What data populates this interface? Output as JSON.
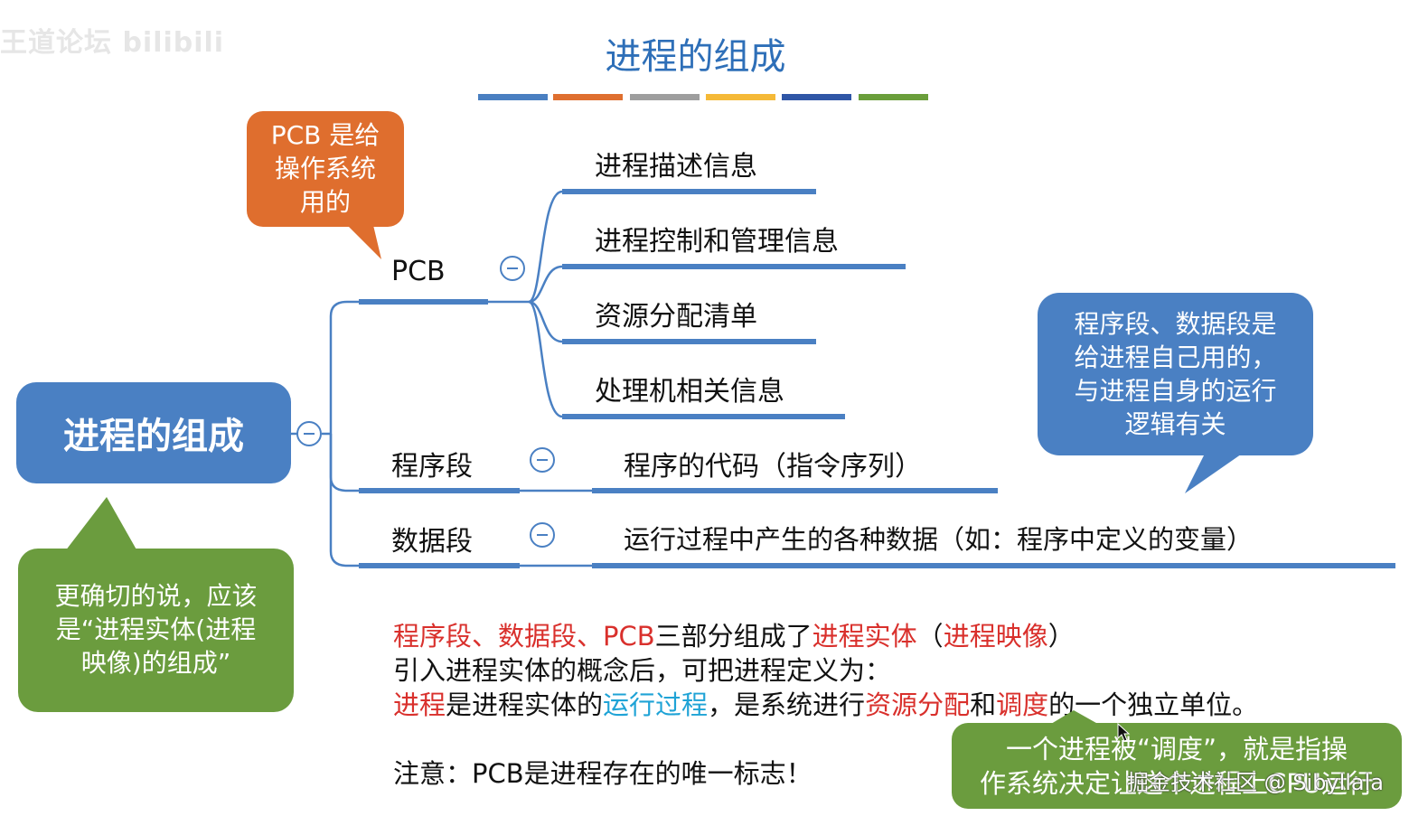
{
  "watermark_top_left": "王道论坛 bilibili",
  "title": "进程的组成",
  "color_bars": [
    "#4a7fc1",
    "#df6f2f",
    "#9e9e9e",
    "#f5b937",
    "#2f56a6",
    "#6a9e3b"
  ],
  "root": "进程的组成",
  "branches": {
    "pcb": {
      "label": "PCB",
      "children": [
        "进程描述信息",
        "进程控制和管理信息",
        "资源分配清单",
        "处理机相关信息"
      ]
    },
    "program_segment": {
      "label": "程序段",
      "child": "程序的代码（指令序列）"
    },
    "data_segment": {
      "label": "数据段",
      "child": "运行过程中产生的各种数据（如：程序中定义的变量）"
    }
  },
  "callouts": {
    "pcb_note": [
      "PCB 是给",
      "操作系统",
      "用的"
    ],
    "segment_note": [
      "程序段、数据段是",
      "给进程自己用的，",
      "与进程自身的运行",
      "逻辑有关"
    ],
    "entity_note": [
      "更确切的说，应该",
      "是“进程实体(进程",
      "映像)的组成”"
    ],
    "schedule_note": [
      "一个进程被“调度”，就是指操",
      "作系统决定让这个进程上CPU运行"
    ]
  },
  "body": {
    "line1": {
      "a": "程序段、数据段、PCB",
      "b": "三部分组成了",
      "c": "进程实体",
      "d": "（",
      "e": "进程映像",
      "f": "）"
    },
    "line2": "引入进程实体的概念后，可把进程定义为：",
    "line3": {
      "a": "进程",
      "b": "是进程实体的",
      "c": "运行过程",
      "d": "，是系统进行",
      "e": "资源分配",
      "f": "和",
      "g": "调度",
      "h": "的一个独立单位。"
    },
    "note": "注意：PCB是进程存在的唯一标志！"
  },
  "watermark_bottom_right": "掘金技术社区 @ Sibyllala"
}
